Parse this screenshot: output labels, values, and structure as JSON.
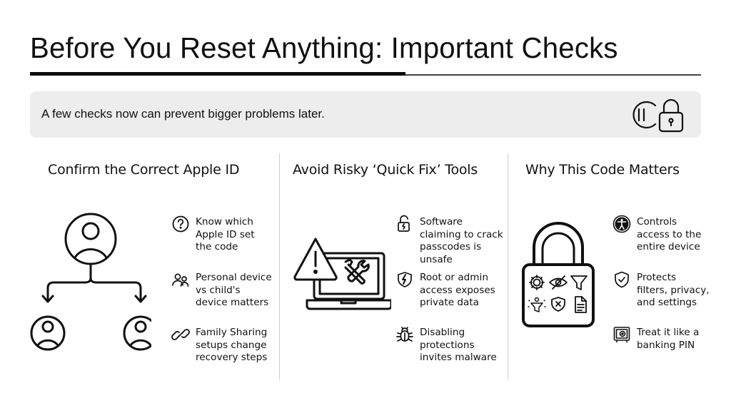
{
  "header": {
    "title": "Before You Reset Anything: Important Checks"
  },
  "banner": {
    "text": "A few checks now can prevent bigger problems later.",
    "icons": [
      "pause-circle-icon",
      "padlock-icon"
    ]
  },
  "columns": [
    {
      "title": "Confirm the Correct Apple ID",
      "hero_icon": "account-hierarchy-icon",
      "items": [
        {
          "icon": "question-circle-icon",
          "lines": [
            "Know which",
            "Apple ID set",
            "the code"
          ]
        },
        {
          "icon": "users-icon",
          "lines": [
            "Personal device",
            "vs child's",
            "device matters"
          ]
        },
        {
          "icon": "link-icon",
          "lines": [
            "Family Sharing",
            "setups change",
            "recovery steps"
          ]
        }
      ]
    },
    {
      "title": "Avoid Risky ‘Quick Fix’ Tools",
      "hero_icon": "laptop-warning-tools-icon",
      "items": [
        {
          "icon": "broken-unlock-icon",
          "lines": [
            "Software",
            "claiming to crack",
            "passcodes is",
            "unsafe"
          ]
        },
        {
          "icon": "cracked-shield-icon",
          "lines": [
            "Root or admin",
            "access exposes",
            "private data"
          ]
        },
        {
          "icon": "bug-icon",
          "lines": [
            "Disabling",
            "protections",
            "invites malware"
          ]
        }
      ]
    },
    {
      "title": "Why This Code Matters",
      "hero_icon": "padlock-settings-icon",
      "items": [
        {
          "icon": "accessibility-icon",
          "lines": [
            "Controls",
            "access to the",
            "entire device"
          ]
        },
        {
          "icon": "shield-check-icon",
          "lines": [
            "Protects",
            "filters, privacy,",
            "and settings"
          ]
        },
        {
          "icon": "safe-icon",
          "lines": [
            "Treat it like a",
            "banking PIN"
          ]
        }
      ]
    }
  ],
  "colors": {
    "text": "#111111",
    "banner_bg": "#ededed",
    "divider": "#cfcfcf",
    "rule": "#0a0a0a"
  }
}
